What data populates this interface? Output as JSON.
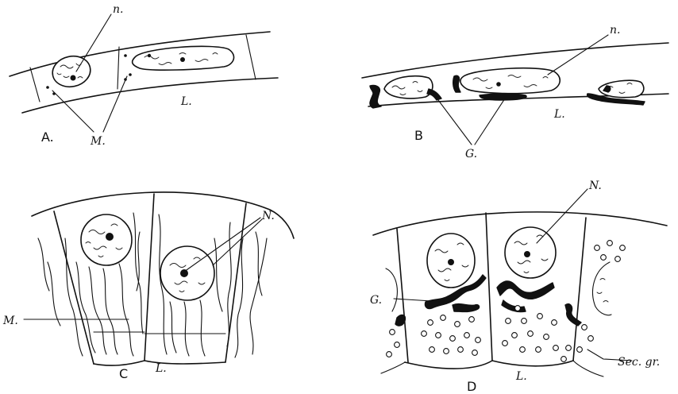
{
  "panels": {
    "A": {
      "letter": "A.",
      "nucleus": "n.",
      "mitochondria": "M.",
      "lumen": "L."
    },
    "B": {
      "letter": "B",
      "nucleus": "n.",
      "golgi": "G.",
      "lumen": "L."
    },
    "C": {
      "letter": "C",
      "nucleus": "N.",
      "mitochondria": "M.",
      "lumen": "L."
    },
    "D": {
      "letter": "D",
      "nucleus": "N.",
      "golgi": "G.",
      "lumen": "L.",
      "secretory": "Sec. gr."
    }
  },
  "style": {
    "ink": "#111111",
    "paper": "#ffffff"
  }
}
